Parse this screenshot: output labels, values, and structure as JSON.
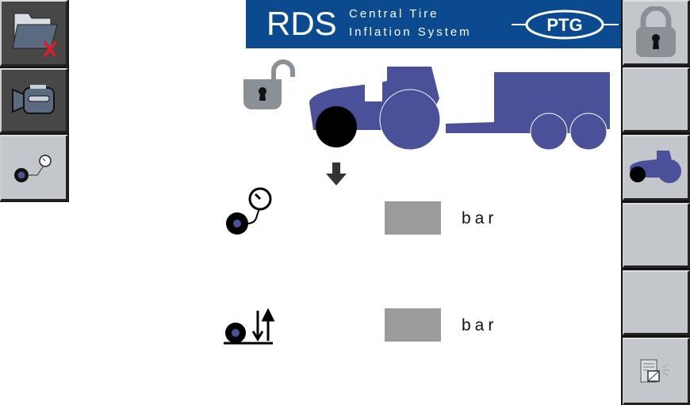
{
  "banner": {
    "logo": "RDS",
    "subtitle_line1": "Central Tire",
    "subtitle_line2": "Inflation System",
    "brand": "PTG"
  },
  "left_softkeys": [
    {
      "icon": "folder-delete-icon"
    },
    {
      "icon": "camera-icon"
    },
    {
      "icon": "tire-pressure-icon"
    }
  ],
  "right_softkeys": [
    {
      "icon": "lock-icon"
    },
    {
      "icon": ""
    },
    {
      "icon": "tractor-icon"
    },
    {
      "icon": ""
    },
    {
      "icon": ""
    },
    {
      "icon": "settings-report-icon"
    }
  ],
  "status": {
    "lock": "unlocked",
    "selected_wheel": "tractor-front"
  },
  "rows": [
    {
      "icon": "tire-pressure-icon",
      "value": "",
      "unit": "bar"
    },
    {
      "icon": "tire-pressure-adjust-icon",
      "value": "",
      "unit": "bar"
    }
  ],
  "colors": {
    "banner": "#0b4a8e",
    "vehicle": "#4b5199",
    "value_box": "#9b9b9b"
  }
}
